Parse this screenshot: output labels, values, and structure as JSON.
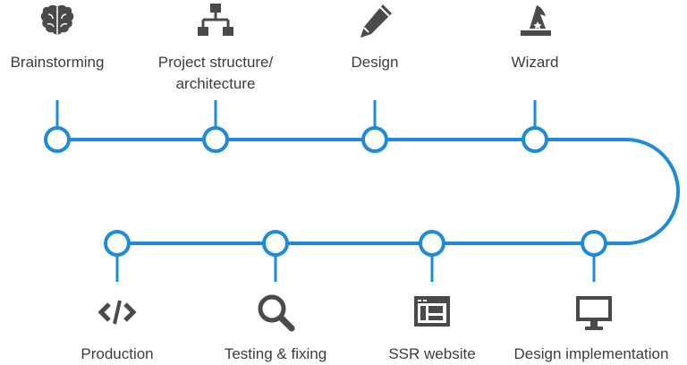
{
  "colors": {
    "accent": "#1f8bd8",
    "icon": "#4a4a4a",
    "text": "#3d3d3d",
    "background": "#ffffff"
  },
  "steps_top": [
    {
      "label_lines": [
        "Brainstorming"
      ],
      "icon": "brain-icon"
    },
    {
      "label_lines": [
        "Project structure/",
        "architecture"
      ],
      "icon": "sitemap-icon"
    },
    {
      "label_lines": [
        "Design"
      ],
      "icon": "pencil-icon"
    },
    {
      "label_lines": [
        "Wizard"
      ],
      "icon": "wizard-hat-icon"
    }
  ],
  "steps_bottom": [
    {
      "label_lines": [
        "Production"
      ],
      "icon": "code-icon"
    },
    {
      "label_lines": [
        "Testing & fixing"
      ],
      "icon": "magnifier-icon"
    },
    {
      "label_lines": [
        "SSR website"
      ],
      "icon": "browser-window-icon"
    },
    {
      "label_lines": [
        "Design implementation"
      ],
      "icon": "monitor-icon"
    }
  ]
}
